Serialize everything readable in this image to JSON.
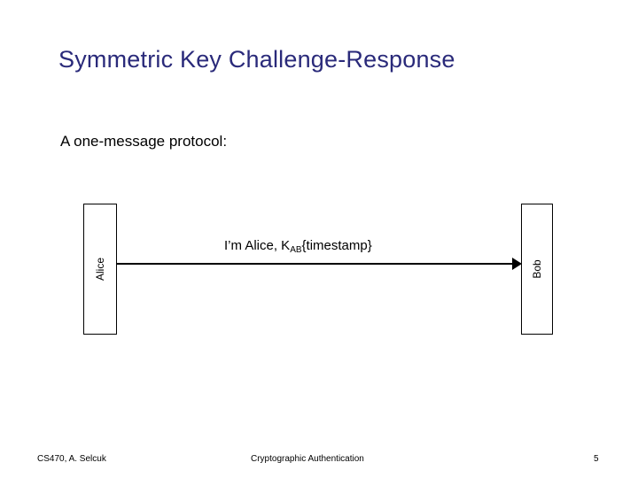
{
  "slide": {
    "title": "Symmetric Key Challenge-Response",
    "subtitle": "A one-message protocol:",
    "diagram": {
      "left_party": "Alice",
      "right_party": "Bob",
      "message_prefix": "I’m Alice, K",
      "message_subscript": "AB",
      "message_suffix": "{timestamp}"
    },
    "footer": {
      "left": "CS470, A. Selcuk",
      "center": "Cryptographic Authentication",
      "page_number": "5"
    },
    "colors": {
      "title": "#2a2a7a",
      "text": "#000000",
      "background": "#ffffff"
    }
  }
}
